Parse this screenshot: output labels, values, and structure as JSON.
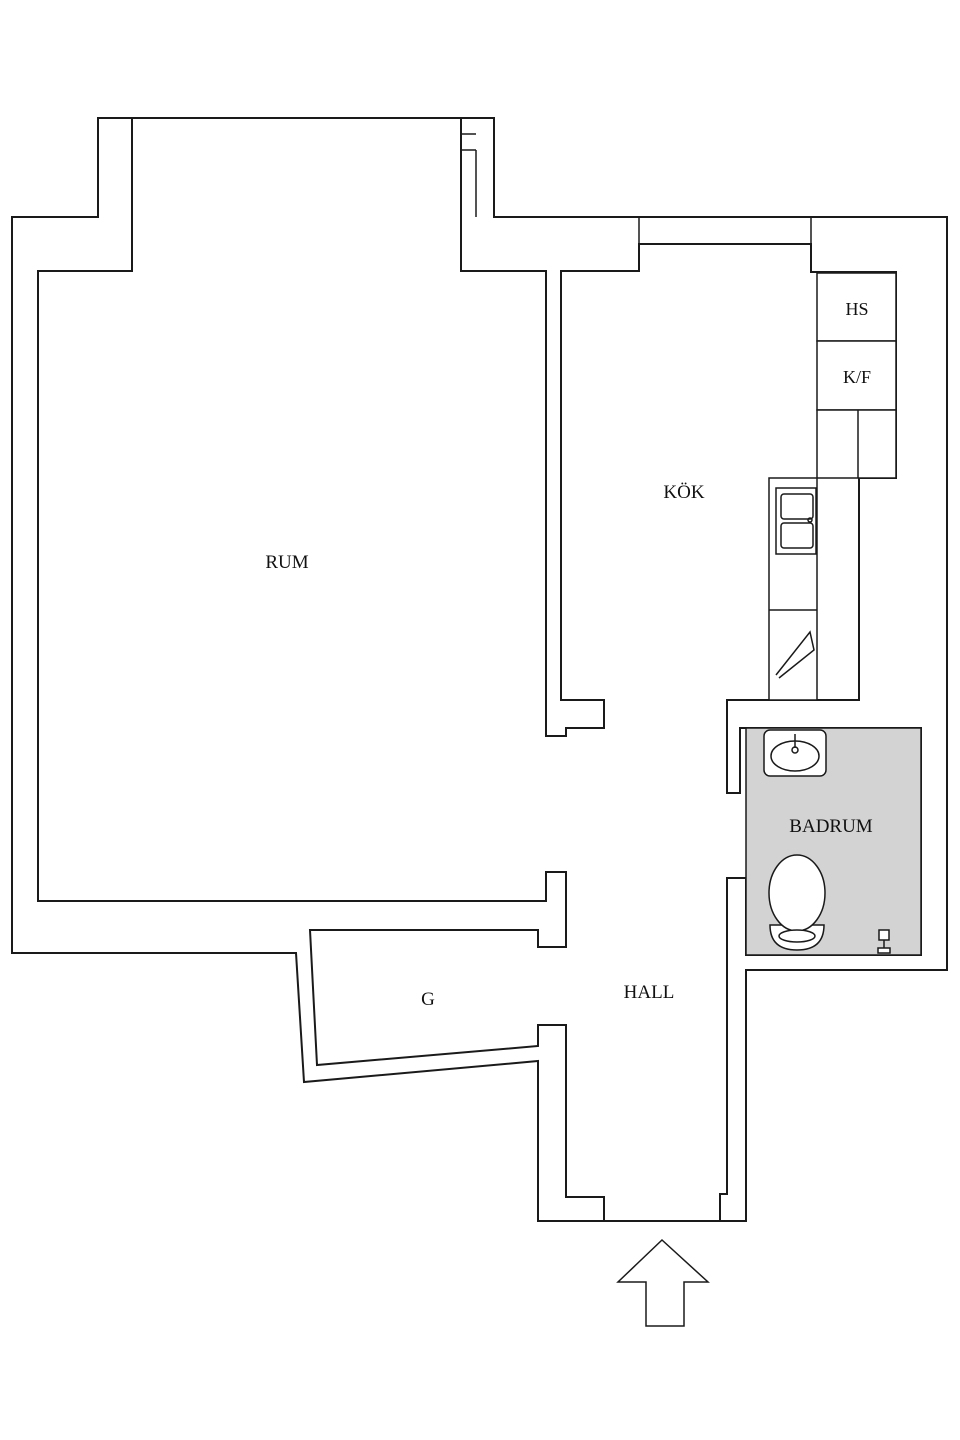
{
  "rooms": {
    "rum": "RUM",
    "kok": "KÖK",
    "hs": "HS",
    "kf": "K/F",
    "badrum": "BADRUM",
    "g": "G",
    "hall": "HALL"
  },
  "colors": {
    "wall_stroke": "#1a1a1a",
    "bathroom_fill": "#d3d3d3",
    "background": "#ffffff"
  },
  "icons": {
    "entrance": "entrance-arrow-icon",
    "sink": "kitchen-sink-icon",
    "washbasin": "washbasin-icon",
    "toilet": "toilet-icon",
    "drain": "floor-drain-icon"
  }
}
